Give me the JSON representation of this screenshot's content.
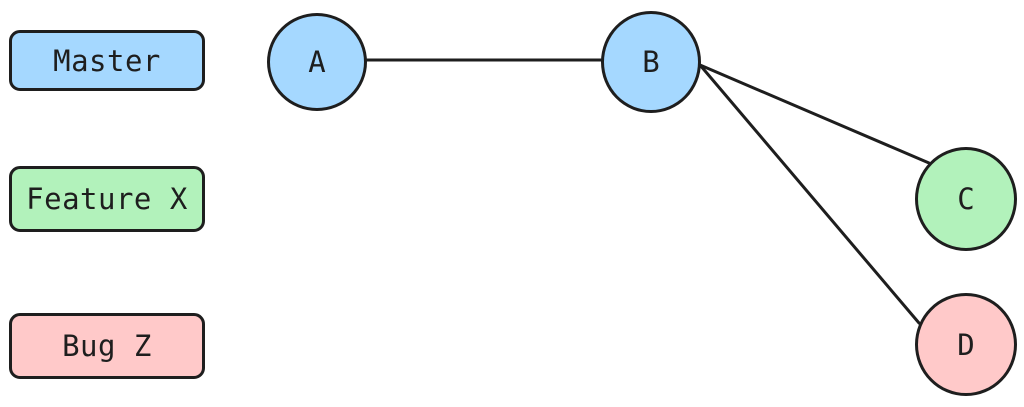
{
  "labels": [
    {
      "id": "master",
      "text": "Master",
      "color": "#a5d8ff"
    },
    {
      "id": "feature",
      "text": "Feature X",
      "color": "#b2f2bb"
    },
    {
      "id": "bug",
      "text": "Bug Z",
      "color": "#ffc9c9"
    }
  ],
  "nodes": [
    {
      "id": "a",
      "text": "A",
      "color": "#a5d8ff"
    },
    {
      "id": "b",
      "text": "B",
      "color": "#a5d8ff"
    },
    {
      "id": "c",
      "text": "C",
      "color": "#b2f2bb"
    },
    {
      "id": "d",
      "text": "D",
      "color": "#ffc9c9"
    }
  ],
  "edges": [
    {
      "from": "A",
      "to": "B"
    },
    {
      "from": "B",
      "to": "C"
    },
    {
      "from": "B",
      "to": "D"
    }
  ],
  "stroke_color": "#1e1e1e"
}
